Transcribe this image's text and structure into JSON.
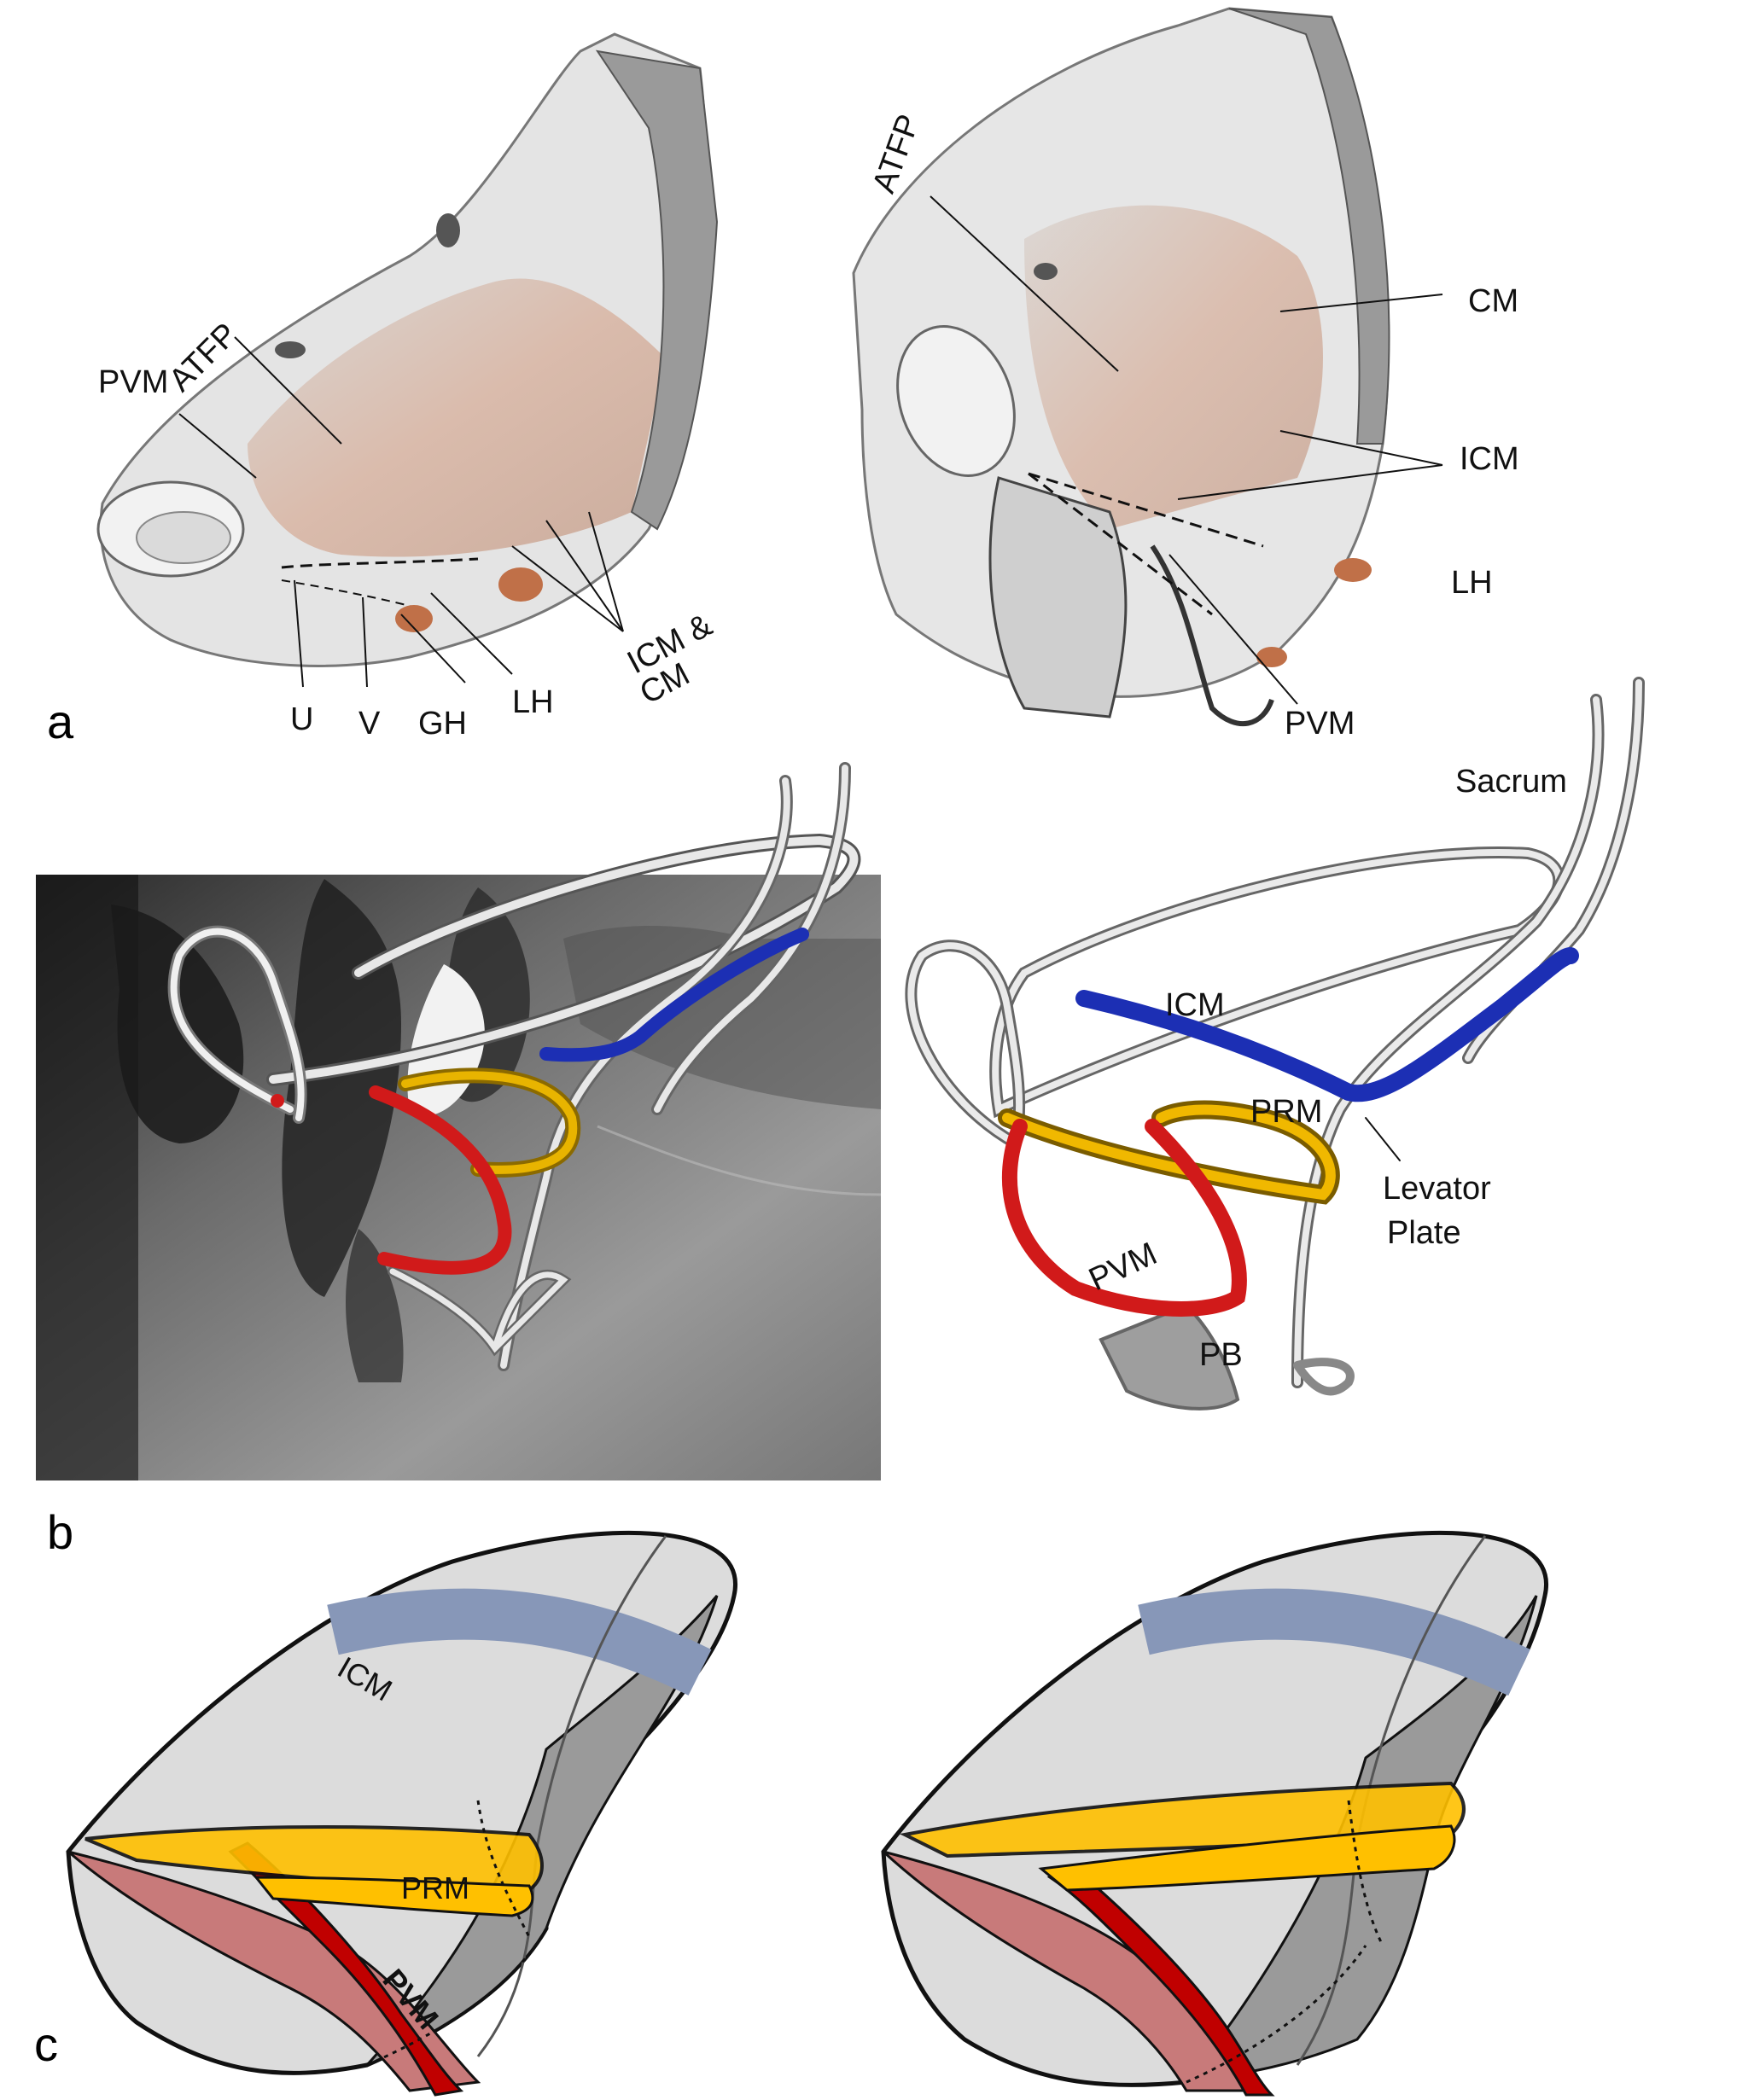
{
  "panels": [
    {
      "id": "a",
      "letter": "a",
      "left_labels": [
        "ATFP",
        "PVM",
        "U",
        "V",
        "GH",
        "LH",
        "ICM &",
        "CM"
      ],
      "right_labels": [
        "ATFP",
        "CM",
        "ICM",
        "LH",
        "PVM"
      ]
    },
    {
      "id": "b",
      "letter": "b",
      "right_labels": [
        "Sacrum",
        "ICM",
        "PRM",
        "Levator",
        "Plate",
        "PVM",
        "PB"
      ]
    },
    {
      "id": "c",
      "letter": "c",
      "left_labels": [
        "ICM",
        "PRM",
        "PVM"
      ]
    }
  ],
  "colors": {
    "icm": "#1c2fb4",
    "prm": "#c99b00",
    "pvm": "#d11a1a",
    "bone": "#d8d8d8",
    "muscle_tint": "#c9876a",
    "c_icm": "#8797b8",
    "c_prm": "#ffc000",
    "c_pvm": "#c00000",
    "c_shell": "#dcdcdc"
  }
}
